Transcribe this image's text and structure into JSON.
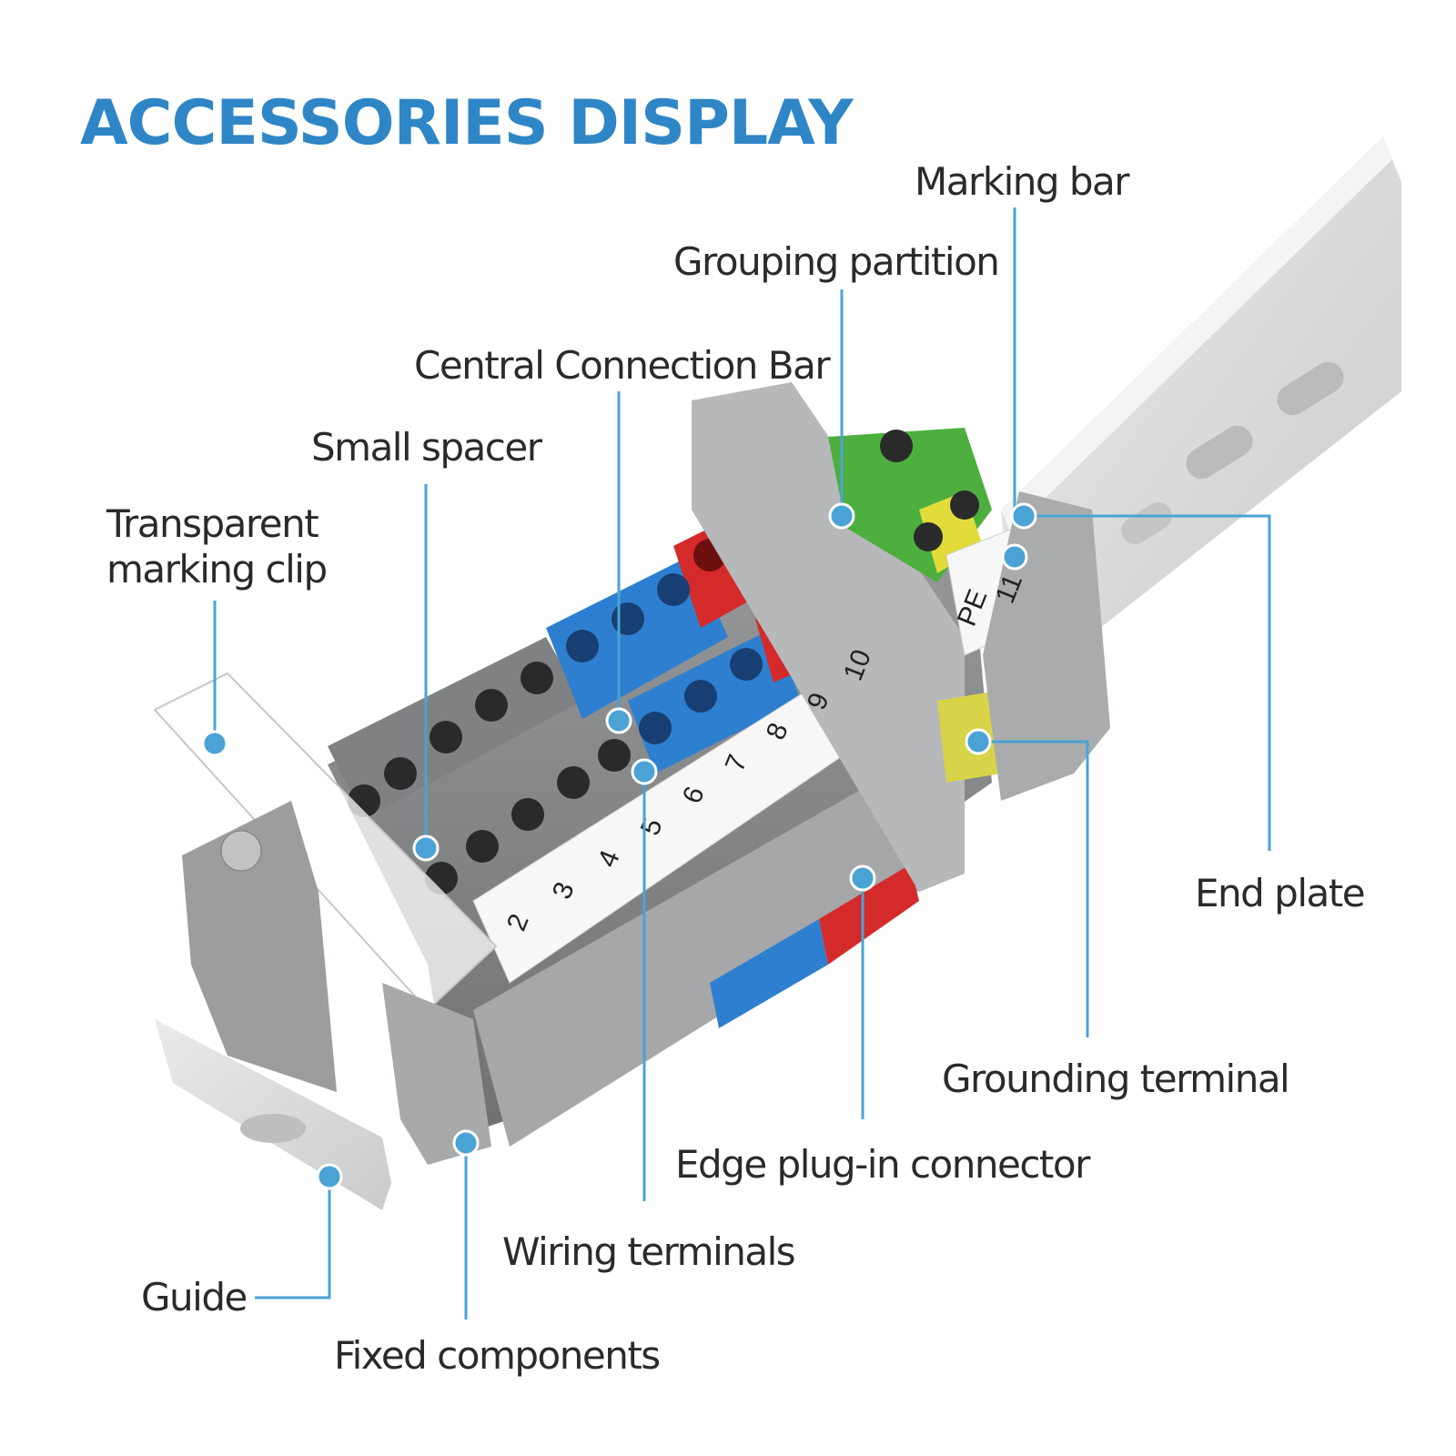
{
  "title": "ACCESSORIES DISPLAY",
  "colors": {
    "title_blue": "#2f86c6",
    "leader_blue": "#4aa3d4",
    "terminal_gray": "#8a8c8e",
    "terminal_blue": "#2f7fd0",
    "terminal_red": "#d42a2a",
    "terminal_green": "#4caf3e",
    "terminal_yellow": "#e2dc3a",
    "rail_gray": "#d6d7d8"
  },
  "labels": {
    "marking_bar": "Marking bar",
    "grouping_partition": "Grouping partition",
    "central_connection_bar": "Central Connection Bar",
    "small_spacer": "Small spacer",
    "transparent_marking_clip_1": "Transparent",
    "transparent_marking_clip_2": "marking clip",
    "end_plate": "End plate",
    "grounding_terminal": "Grounding terminal",
    "edge_plugin_connector": "Edge plug-in connector",
    "wiring_terminals": "Wiring terminals",
    "guide": "Guide",
    "fixed_components": "Fixed components"
  },
  "terminal_markers": [
    "2",
    "3",
    "4",
    "5",
    "6",
    "7",
    "8",
    "9",
    "10"
  ],
  "ground_markers": [
    "PE",
    "11"
  ]
}
